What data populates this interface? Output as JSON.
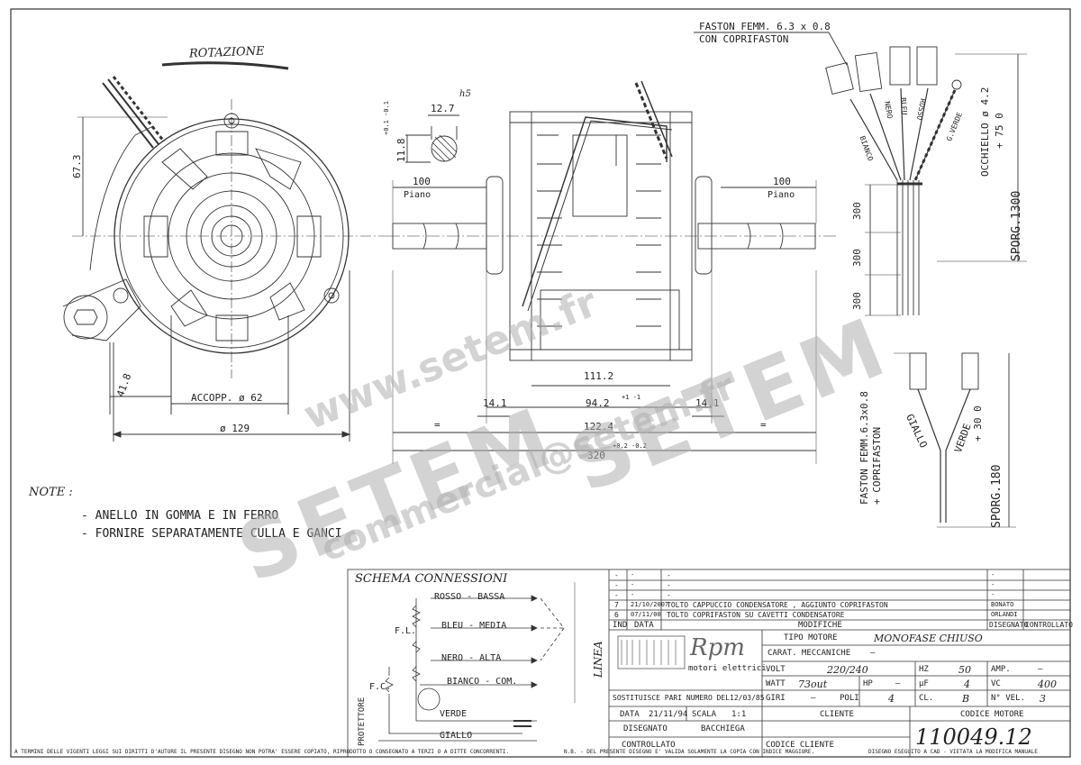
{
  "title_block": {
    "schema_title": "SCHEMA CONNESSIONI",
    "linea": "LINEA",
    "protettore": "PROTETTORE",
    "wires": {
      "rosso": "ROSSO - BASSA",
      "bleu": "BLEU - MEDIA",
      "nero": "NERO - ALTA",
      "bianco": "BIANCO - COM.",
      "verde": "VERDE",
      "giallo": "GIALLO"
    },
    "fl": "F.L.",
    "fc": "F.C.",
    "revisions": [
      {
        "ind": "-",
        "date": "-",
        "text": "-",
        "by": "-",
        "ctrl": ""
      },
      {
        "ind": "-",
        "date": "-",
        "text": "-",
        "by": "-",
        "ctrl": ""
      },
      {
        "ind": "-",
        "date": "-",
        "text": "-",
        "by": "-",
        "ctrl": ""
      },
      {
        "ind": "7",
        "date": "21/10/2007",
        "text": "TOLTO CAPPUCCIO CONDENSATORE , AGGIUNTO COPRIFASTON",
        "by": "BONATO",
        "ctrl": ""
      },
      {
        "ind": "6",
        "date": "07/11/00",
        "text": "TOLTO COPRIFASTON SU CAVETTI CONDENSATORE",
        "by": "ORLANDI",
        "ctrl": ""
      }
    ],
    "rev_headers": {
      "ind": "IND",
      "date": "DATA",
      "mod": "MODIFICHE",
      "dis": "DISEGNATO",
      "ctrl": "CONTROLLATO"
    },
    "logo_name": "Rpm",
    "logo_sub": "motori elettrici",
    "tipo_motore_label": "TIPO MOTORE",
    "tipo_motore": "MONOFASE CHIUSO",
    "carat_label": "CARAT. MECCANICHE",
    "carat_value": "—",
    "volt_label": "VOLT",
    "volt": "220/240",
    "hz_label": "HZ",
    "hz": "50",
    "amp_label": "AMP.",
    "amp": "—",
    "watt_label": "WATT",
    "watt": "73out",
    "hp_label": "HP",
    "hp": "—",
    "uf_label": "µF",
    "uf": "4",
    "vc_label": "VC",
    "vc": "400",
    "giri_label": "GIRI",
    "giri": "—",
    "poli_label": "POLI",
    "poli": "4",
    "cl_label": "CL.",
    "cl": "B",
    "nvel_label": "N° VEL.",
    "nvel": "3",
    "sostituisce": "SOSTITUISCE PARI NUMERO DEL",
    "sostituisce_date": "12/03/85",
    "data_label": "DATA",
    "data": "21/11/94",
    "scala_label": "SCALA",
    "scala": "1:1",
    "cliente_label": "CLIENTE",
    "codice_motore_label": "CODICE MOTORE",
    "codice_motore": "110049.12",
    "disegnato_label": "DISEGNATO",
    "disegnato": "BACCHIEGA",
    "controllato_label": "CONTROLLATO",
    "codice_cliente_label": "CODICE CLIENTE"
  },
  "drawing": {
    "rotazione": "ROTAZIONE",
    "dim_67_3": "67.3",
    "dim_41_8": "41.8",
    "accopp": "ACCOPP. ø 62",
    "dia_129": "ø 129",
    "shaft_tol": "h5",
    "dim_12_7": "12.7",
    "dim_11_8": "11.8",
    "tol_11_8": "+0.1 -0.1",
    "dim_100_l": "100",
    "piano_l": "Piano",
    "dim_100_r": "100",
    "piano_r": "Piano",
    "dim_111_2": "111.2",
    "dim_94_2": "94.2",
    "dim_14_1_l": "14.1",
    "dim_14_1_r": "14.1",
    "dim_122_4": "122.4",
    "dim_320": "320",
    "tol_02": "+0.2 -0.2",
    "tol_1": "+1 -1",
    "eq": "=",
    "faston_top": "FASTON FEMM. 6.3 x 0.8",
    "coprifaston_top": "CON COPRIFASTON",
    "wire_bianco": "BIANCO",
    "wire_nero": "NERO",
    "wire_bleu": "BLEU",
    "wire_rosso": "ROSSO",
    "wire_gverde": "G.VERDE",
    "occhiello": "OCCHIELLO ø 4.2",
    "tol_75": "+ 75  0",
    "sporg_1300": "SPORG.1300",
    "dim_300_a": "300",
    "dim_300_b": "300",
    "dim_300_c": "300",
    "faston_cap": "FASTON FEMM.6.3x0.8",
    "coprifaston_cap": "+ COPRIFASTON",
    "giallo": "GIALLO",
    "verde": "VERDE",
    "tol_30": "+ 30  0",
    "sporg_180": "SPORG.180"
  },
  "notes": {
    "heading": "NOTE :",
    "line1": "- ANELLO IN GOMMA E IN FERRO",
    "line2": "- FORNIRE SEPARATAMENTE CULLA E GANCI"
  },
  "footer": {
    "left": "A TERMINI DELLE VIGENTI LEGGI SUI DIRITTI D'AUTORE IL PRESENTE DISEGNO NON POTRA' ESSERE COPIATO, RIPRODOTTO O CONSEGNATO A TERZI O A DITTE CONCORRENTI.",
    "mid": "N.B. - DEL PRESENTE DISEGNO E' VALIDA SOLAMENTE LA COPIA CON INDICE MAGGIORE.",
    "right": "DISEGNO ESEGUITO A CAD - VIETATA LA MODIFICA MANUALE"
  },
  "watermark": {
    "url": "www.setem.fr",
    "brand1": "SETEM",
    "brand2": "SETEM",
    "email": "commercial@setem.fr"
  }
}
